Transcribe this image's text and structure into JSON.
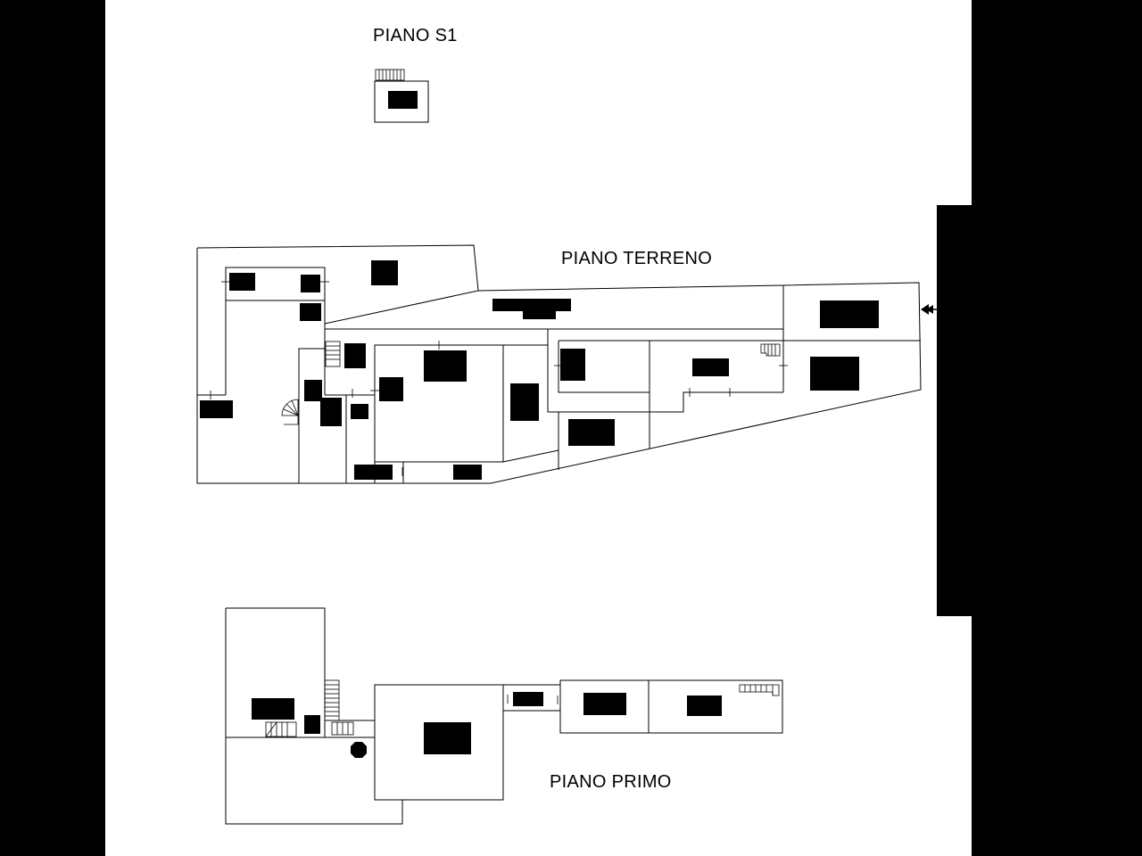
{
  "floors": {
    "basement": {
      "title": "PIANO S1"
    },
    "ground": {
      "title": "PIANO TERRENO"
    },
    "first": {
      "title": "PIANO PRIMO"
    }
  },
  "colors": {
    "background": "#000000",
    "sheet": "#ffffff",
    "ink": "#000000"
  },
  "icons": {
    "entrance": "arrow-left-icon"
  }
}
